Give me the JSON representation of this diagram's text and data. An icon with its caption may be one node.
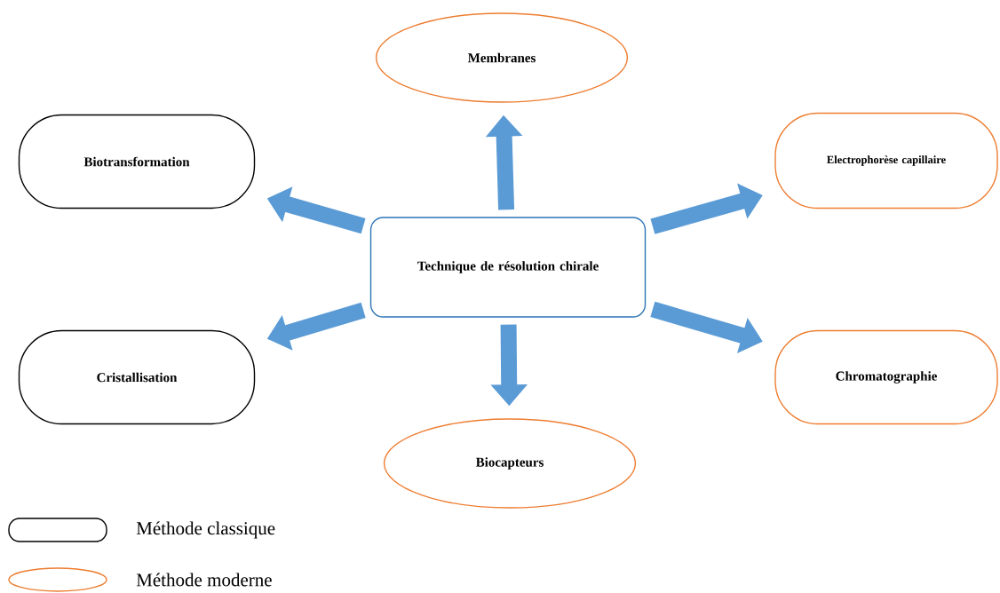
{
  "diagram": {
    "nodes": [
      {
        "text": [
          "Technique de résolution chirale"
        ]
      },
      {
        "text": [
          "Membranes"
        ]
      },
      {
        "text": [
          "Biotransformation"
        ]
      },
      {
        "text": [
          "Electrophorèse capillaire"
        ]
      },
      {
        "text": [
          "Cristallisation"
        ]
      },
      {
        "text": [
          "Chromatographie"
        ]
      },
      {
        "text": [
          "Biocapteurs"
        ]
      }
    ],
    "edges": [
      {
        "from": 0,
        "to": 1,
        "arrow": "to"
      },
      {
        "from": 0,
        "to": 2,
        "arrow": "to"
      },
      {
        "from": 0,
        "to": 3,
        "arrow": "to"
      },
      {
        "from": 0,
        "to": 4,
        "arrow": "to"
      },
      {
        "from": 0,
        "to": 5,
        "arrow": "to"
      },
      {
        "from": 0,
        "to": 6,
        "arrow": "to"
      }
    ],
    "legend": [
      {
        "text": "Méthode classique"
      },
      {
        "text": "Méthode moderne"
      }
    ]
  }
}
